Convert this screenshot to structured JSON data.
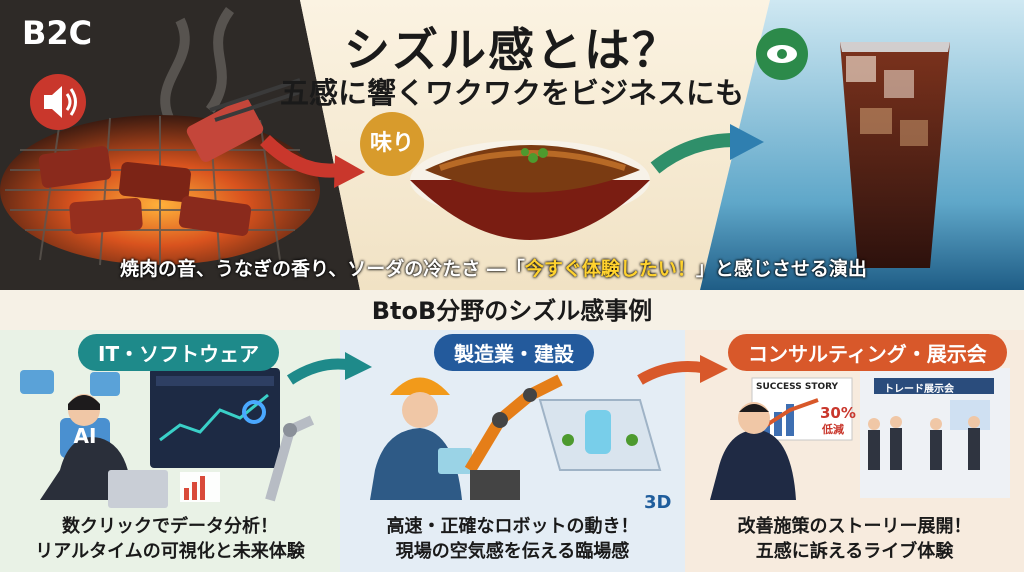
{
  "header": {
    "badge": "B2C",
    "title": "シズル感とは？",
    "subtitle": "五感に響くワクワクをビジネスにも"
  },
  "taste_badge": "味り",
  "banner": {
    "before": "焼肉の音、うなぎの香り、ソーダの冷たさ ―「",
    "highlight": "今すぐ体験したい！",
    "after": "」と感じさせる演出"
  },
  "btob_title": "BtoB分野のシズル感事例",
  "cards": [
    {
      "tag": "IT・ソフトウェア",
      "tag_color": "#1e8a8a",
      "line1": "数クリックでデータ分析！",
      "line2": "リアルタイムの可視化と未来体験",
      "ai_label": "AI"
    },
    {
      "tag": "製造業・建設",
      "tag_color": "#235a9c",
      "line1": "高速・正確なロボットの動き！",
      "line2": "現場の空気感を伝える臨場感",
      "badge_3d": "3D"
    },
    {
      "tag": "コンサルティング・展示会",
      "tag_color": "#d8582a",
      "line1": "改善施策のストーリー展開！",
      "line2": "五感に訴えるライブ体験",
      "board_title": "SUCCESS STORY",
      "board_stat": "30%",
      "board_stat_sub": "低減",
      "booth_sign": "トレード展示会"
    }
  ],
  "icons": [
    "speaker-icon",
    "eye-icon",
    "ai-icon",
    "chart-icon",
    "gear-icon"
  ],
  "colors": {
    "accent_red": "#c9372c",
    "accent_teal": "#1e8a8a",
    "accent_blue": "#235a9c",
    "accent_orange": "#d8582a",
    "highlight_yellow": "#ffd22e"
  }
}
